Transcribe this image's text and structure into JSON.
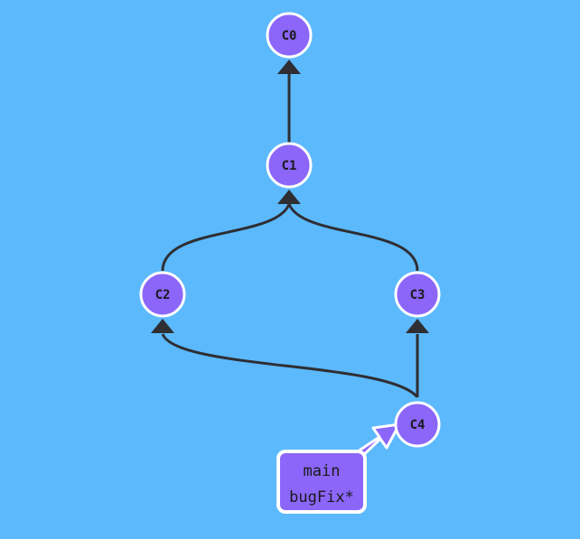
{
  "colors": {
    "background": "#5cb9fc",
    "commit_fill": "#8b66f8",
    "commit_stroke": "#ffffff",
    "edge": "#2e2e33",
    "branch_fill": "#8b66f8",
    "branch_stroke": "#ffffff",
    "label_text": "#1a1a1a"
  },
  "commits": [
    {
      "id": "c0",
      "label": "C0"
    },
    {
      "id": "c1",
      "label": "C1"
    },
    {
      "id": "c2",
      "label": "C2"
    },
    {
      "id": "c3",
      "label": "C3"
    },
    {
      "id": "c4",
      "label": "C4"
    }
  ],
  "edges": [
    {
      "from": "c1",
      "to": "c0"
    },
    {
      "from": "c2",
      "to": "c1"
    },
    {
      "from": "c3",
      "to": "c1"
    },
    {
      "from": "c4",
      "to": "c2"
    },
    {
      "from": "c4",
      "to": "c3"
    }
  ],
  "branch_tag": {
    "points_to": "c4",
    "lines": [
      "main",
      "bugFix*"
    ]
  }
}
